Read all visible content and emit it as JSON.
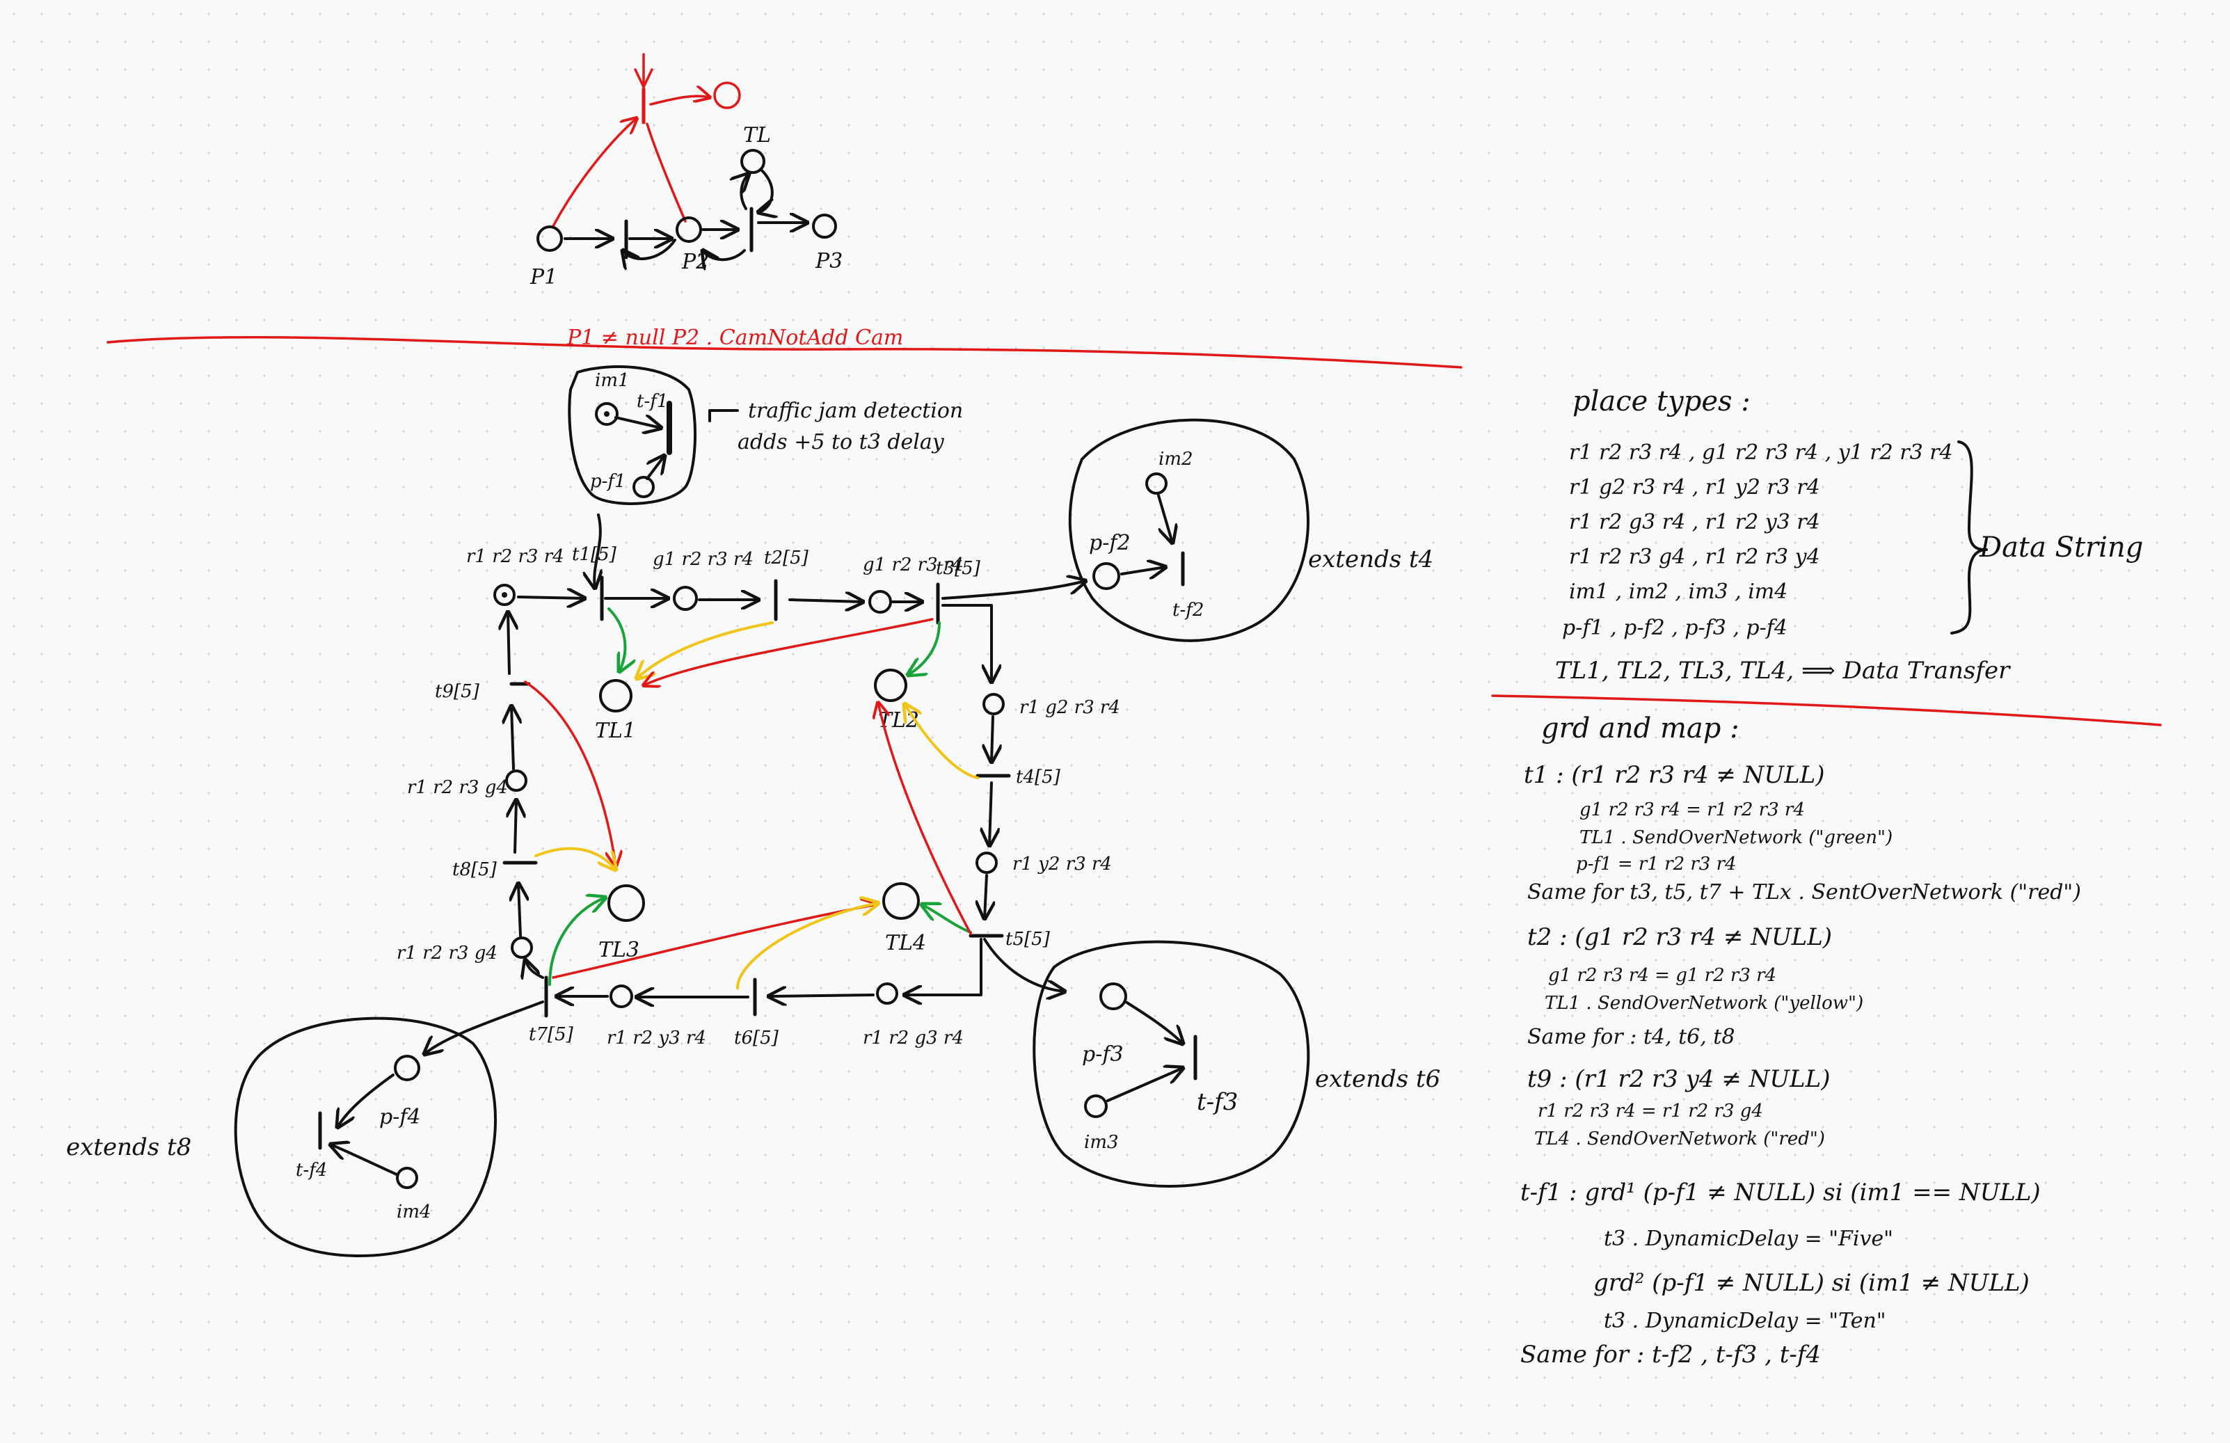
{
  "colors": {
    "ink": "#111111",
    "red": "#e01818",
    "green": "#1aa33a",
    "yellow": "#f0c419"
  },
  "top": {
    "p1": "P1",
    "p2": "P2",
    "p3": "P3",
    "tl": "TL",
    "red_caption": "P1 ≠ null     P2 . CamNotAdd Cam"
  },
  "net": {
    "im1": "im1",
    "t_f1": "t-f1",
    "p_f1": "p-f1",
    "traffic_note_1": "traffic jam detection",
    "traffic_note_2": "adds +5 to t3 delay",
    "im2": "im2",
    "p_f2": "p-f2",
    "t_f2": "t-f2",
    "extends_t4": "extends t4",
    "r1r2r3r4": "r1 r2 r3 r4",
    "t1": "t1[5]",
    "g1r2r3r4": "g1 r2 r3 r4",
    "t2": "t2[5]",
    "g1r2r3r4b": "g1 r2 r3 r4",
    "t3": "t3[5]",
    "tl1": "TL1",
    "tl2": "TL2",
    "tl3": "TL3",
    "tl4": "TL4",
    "t9": "t9[5]",
    "r1r2r3g4": "r1 r2 r3 g4",
    "t8": "t8[5]",
    "r1r2r3g4b": "r1 r2 r3 g4",
    "r1g2r3r4": "r1 g2 r3 r4",
    "t4": "t4[5]",
    "r1y2r3r4": "r1 y2 r3 r4",
    "t5": "t5[5]",
    "r1r2g3r4": "r1 r2 g3 r4",
    "t6": "t6[5]",
    "r1r2y3r4": "r1 r2 y3 r4",
    "t7": "t7[5]",
    "p_f3": "p-f3",
    "t_f3": "t-f3",
    "im3": "im3",
    "extends_t6": "extends t6",
    "p_f4": "p-f4",
    "t_f4": "t-f4",
    "im4": "im4",
    "extends_t8": "extends t8"
  },
  "place_types": {
    "title": "place types :",
    "lines": [
      "r1 r2 r3 r4 , g1 r2 r3 r4 , y1 r2 r3 r4",
      "r1 g2 r3 r4 , r1 y2 r3 r4",
      "r1 r2 g3 r4 , r1 r2 y3 r4",
      "r1 r2 r3 g4 , r1 r2 r3 y4",
      "im1 , im2 , im3 , im4",
      "p-f1 , p-f2 , p-f3 , p-f4"
    ],
    "data_string": "Data String",
    "tl_line": "TL1, TL2, TL3, TL4, ⟹ Data Transfer"
  },
  "grd_map": {
    "title": "grd and map :",
    "lines": [
      "t1 : (r1 r2 r3 r4 ≠ NULL)",
      "g1 r2 r3 r4 = r1 r2 r3 r4",
      "TL1 . SendOverNetwork (\"green\")",
      "p-f1 = r1 r2 r3 r4",
      "Same for t3, t5, t7 + TLx . SentOverNetwork (\"red\")",
      "t2 : (g1 r2 r3 r4 ≠ NULL)",
      "g1 r2 r3 r4 = g1 r2 r3 r4",
      "TL1 . SendOverNetwork (\"yellow\")",
      "Same for : t4, t6, t8",
      "t9 : (r1 r2 r3 y4 ≠ NULL)",
      "r1 r2 r3 r4 = r1 r2 r3 g4",
      "TL4 . SendOverNetwork (\"red\")",
      "t-f1 : grd¹ (p-f1 ≠ NULL) si (im1 == NULL)",
      "t3 . DynamicDelay = \"Five\"",
      "grd² (p-f1 ≠ NULL) si (im1 ≠ NULL)",
      "t3 . DynamicDelay = \"Ten\"",
      "Same for : t-f2 , t-f3 , t-f4"
    ]
  }
}
